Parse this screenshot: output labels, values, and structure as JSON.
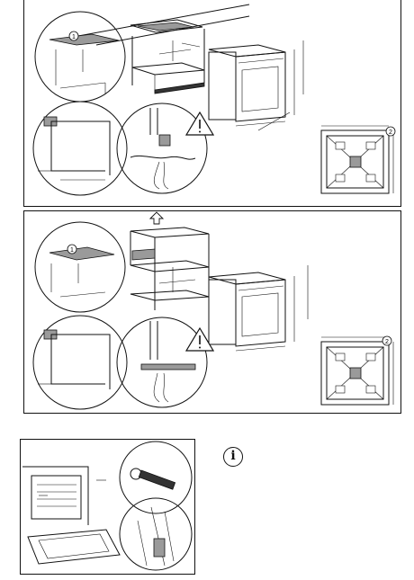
{
  "diagram": {
    "panels": [
      {
        "id": "built-in-under-hob",
        "callout_labels": [
          "1",
          "2"
        ]
      },
      {
        "id": "built-in-column",
        "callout_labels": [
          "1",
          "2"
        ]
      },
      {
        "id": "fixing-to-cabinet",
        "callout_labels": []
      }
    ],
    "icons": [
      "warning-icon",
      "info-icon",
      "up-arrow-icon",
      "screw-icon"
    ],
    "info_symbol": "i"
  }
}
